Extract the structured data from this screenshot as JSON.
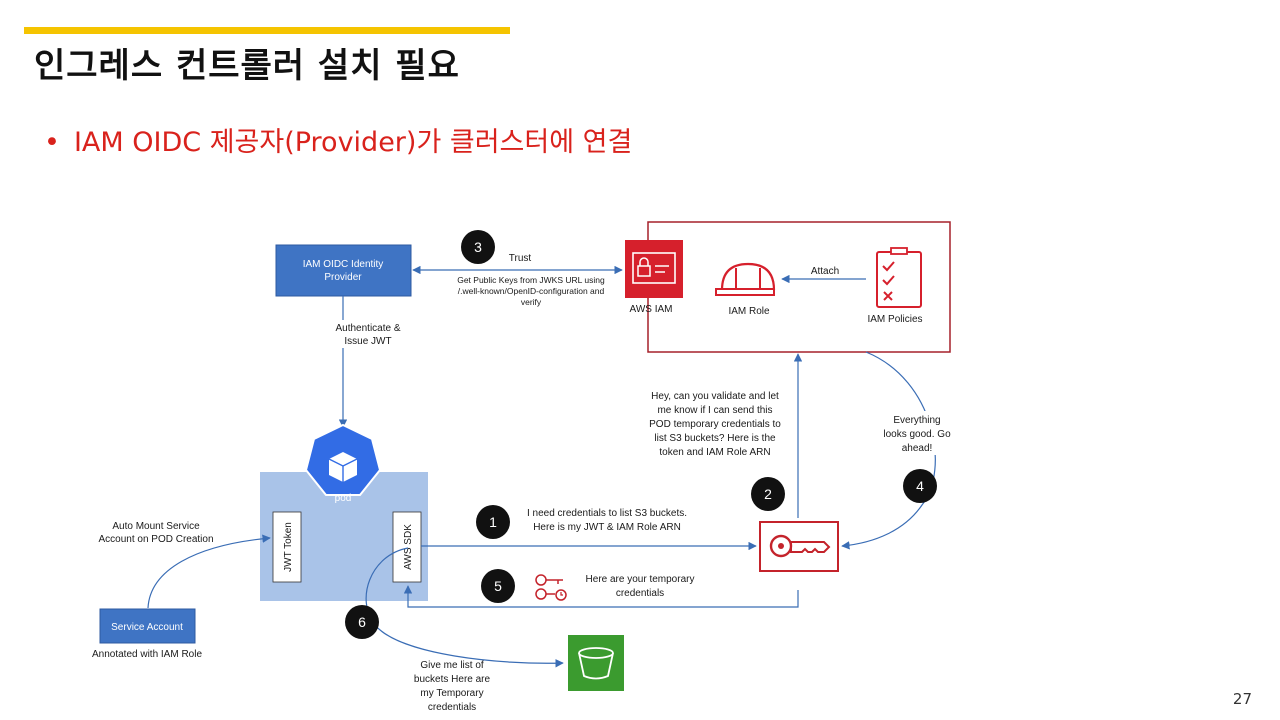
{
  "slide": {
    "title": "인그레스 컨트롤러 설치 필요",
    "bullet": "IAM OIDC 제공자(Provider)가 클러스터에 연결",
    "bullet_marker": "•",
    "page_number": "27",
    "accent_color": "#F5C400",
    "bullet_color": "#D9221C"
  },
  "diagram": {
    "oidc_provider": [
      "IAM OIDC Identity",
      "Provider"
    ],
    "authenticate": [
      "Authenticate &",
      "Issue JWT"
    ],
    "trust": "Trust",
    "get_keys": [
      "Get Public Keys from JWKS URL using",
      "/.well-known/OpenID-configuration and",
      "verify"
    ],
    "aws_iam": "AWS IAM",
    "attach": "Attach",
    "iam_role": "IAM Role",
    "iam_policies": "IAM Policies",
    "validate": [
      "Hey, can you validate and let",
      "me know if I can send this",
      "POD temporary credentials to",
      "list S3 buckets? Here is the",
      "token and IAM Role ARN"
    ],
    "looks_good": [
      "Everything",
      "looks good. Go",
      "ahead!"
    ],
    "pod": "pod",
    "jwt_token": "JWT Token",
    "aws_sdk": "AWS SDK",
    "auto_mount": [
      "Auto Mount Service",
      "Account on POD Creation"
    ],
    "service_account": "Service Account",
    "annotated": "Annotated with IAM Role",
    "need_credentials": [
      "I need credentials to list S3 buckets.",
      "Here is my JWT & IAM Role ARN"
    ],
    "here_are": [
      "Here are your temporary",
      "credentials"
    ],
    "give_me": [
      "Give me list of",
      "buckets Here are",
      "my Temporary",
      "credentials"
    ],
    "steps": [
      "1",
      "2",
      "3",
      "4",
      "5",
      "6"
    ],
    "colors": {
      "provider_blue": "#3F74C4",
      "pod_panel": "#A9C3E8",
      "k8s_blue": "#326CE5",
      "iam_red": "#D6202C",
      "frame_red": "#A5202A",
      "s3_green": "#3B9B2F",
      "arrow_blue": "#3A6DB5"
    },
    "icons": [
      "aws-iam-icon",
      "iam-role-helmet-icon",
      "iam-policies-checklist-icon",
      "kubernetes-pod-icon",
      "sts-key-icon",
      "temporary-credentials-icon",
      "s3-bucket-icon"
    ]
  }
}
